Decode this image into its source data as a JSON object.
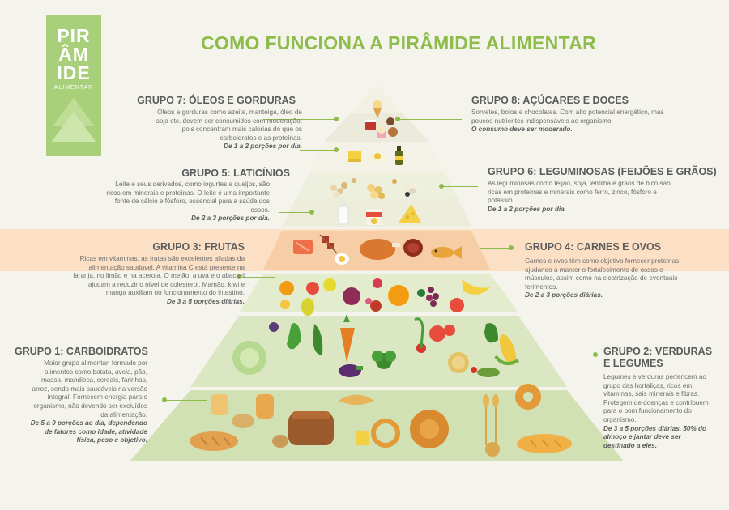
{
  "logo": {
    "line1": "PIR",
    "line2": "ÂM",
    "line3": "IDE",
    "subtitle": "ALIMENTAR"
  },
  "title": "COMO FUNCIONA A PIRÂMIDE ALIMENTAR",
  "colors": {
    "accent": "#8dbc4a",
    "logo": "#a8d07a",
    "band": "#fbe0c6",
    "text": "#5b5b5b"
  },
  "groups": {
    "g7": {
      "title": "GRUPO 7: ÓLEOS E GORDURAS",
      "desc": "Óleos e gorduras como azeite, manteiga, óleo de soja etc. devem ser consumidos com moderação, pois concentram mais calorias do que os carboidratos e as proteínas.",
      "serving": "De 1 a 2 porções por dia."
    },
    "g8": {
      "title": "GRUPO 8: AÇÚCARES E DOCES",
      "desc": "Sorvetes, bolos e chocolates. Com alto potencial energético, mas poucos nutrientes indispensáveis ao organismo.",
      "serving": "O consumo deve ser moderado."
    },
    "g5": {
      "title": "GRUPO 5: LATICÍNIOS",
      "desc": "Leite e seus derivados, como iogurtes e queijos, são ricos em minerais e proteínas. O leite é uma importante fonte de cálcio e fósforo, essencial para a saúde dos ossos.",
      "serving": "De 2 a 3 porções por dia."
    },
    "g6": {
      "title": "GRUPO 6: LEGUMINOSAS (FEIJÕES E GRÃOS)",
      "desc": "As leguminosas como feijão, soja, lentilha e grãos de bico são ricas em proteínas e minerais como ferro, zinco, fósforo e potássio.",
      "serving": "De 1 a 2 porções por dia."
    },
    "g3": {
      "title": "GRUPO 3: FRUTAS",
      "desc": "Ricas em vitaminas, as frutas são excelentes aliadas da alimentação saudável. A vitamina C está presente na laranja, no limão e na acerola. O melão, a uva e o abacaxi ajudam a reduzir o nível de colesterol. Mamão, kiwi e manga auxiliam no funcionamento do intestino.",
      "serving": "De 3 a 5 porções diárias."
    },
    "g4": {
      "title": "GRUPO 4: CARNES E OVOS",
      "desc": "Carnes e ovos têm como objetivo fornecer proteínas, ajudando a manter o fortalecimento de ossos e músculos, assim como na cicatrização de eventuais ferimentos.",
      "serving": "De 2 a 3 porções diárias."
    },
    "g1": {
      "title": "GRUPO 1: CARBOIDRATOS",
      "desc": "Maior grupo alimentar, formado por alimentos como batata, aveia, pão, massa, mandioca, cereais, farinhas, arroz, sendo mais saudáveis na versão integral. Fornecem energia para o organismo, não devendo ser excluídos da alimentação.",
      "serving": "De 5 a 9 porções ao dia, dependendo de fatores como idade, atividade física, peso e objetivo."
    },
    "g2": {
      "title_line1": "GRUPO 2: VERDURAS",
      "title_line2": "E LEGUMES",
      "desc": "Legumes e verduras pertencem ao grupo das hortaliças, ricos em vitaminas, sais minerais e fibras. Protegem de doenças e contribuem para o bom funcionamento do organismo.",
      "serving": "De 3 a 5 porções diárias, 50% do almoço e jantar deve ser destinado a eles."
    }
  },
  "foods": {
    "top": [
      "ice-cream-icon",
      "cake-icon",
      "chocolate-icon",
      "cupcake-icon"
    ],
    "oils": [
      "butter-icon",
      "olive-oil-icon",
      "oil-bottle-icon"
    ],
    "legumes": [
      "beans-icon",
      "chickpeas-icon",
      "soy-icon",
      "lentils-icon"
    ],
    "dairy": [
      "milk-icon",
      "yogurt-icon",
      "cheese-icon"
    ],
    "meats": [
      "salmon-icon",
      "skewer-icon",
      "chicken-icon",
      "steak-icon",
      "fish-icon",
      "egg-icon"
    ],
    "fruits": [
      "orange-icon",
      "apple-icon",
      "pear-icon",
      "grapes-icon",
      "banana-icon",
      "strawberry-icon"
    ],
    "vegetables": [
      "cabbage-icon",
      "carrot-icon",
      "broccoli-icon",
      "tomato-icon",
      "corn-icon",
      "eggplant-icon"
    ],
    "carbs": [
      "bread-icon",
      "toast-icon",
      "potato-icon",
      "pretzel-icon",
      "donut-icon",
      "wheat-icon"
    ]
  }
}
